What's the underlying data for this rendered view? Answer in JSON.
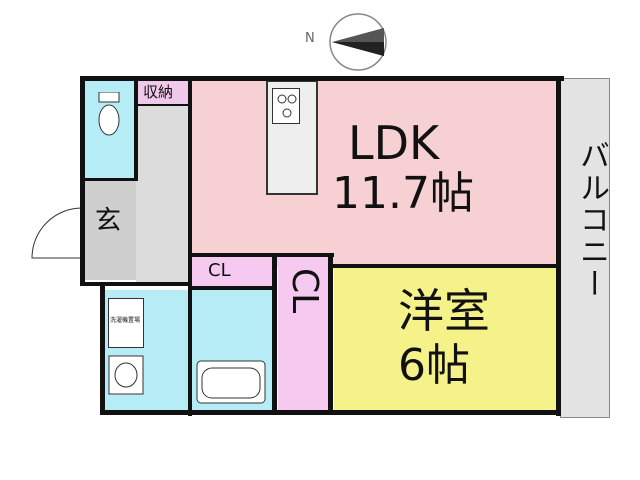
{
  "compass": {
    "label": "N"
  },
  "rooms": {
    "ldk": {
      "name": "LDK",
      "size": "11.7帖"
    },
    "yoshitsu": {
      "name": "洋室",
      "size": "6帖"
    },
    "cl_small": {
      "label": "CL"
    },
    "cl_tall": {
      "label": "CL"
    },
    "shuno": {
      "label": "収納"
    },
    "genkan": {
      "label": "玄"
    },
    "balcony": {
      "label": "バルコニー"
    },
    "washer_tag": {
      "label": "洗濯機置場"
    }
  },
  "colors": {
    "ldk": "#f7d0d3",
    "yoshitsu": "#f6f28a",
    "closet": "#f5c9f0",
    "wet_area": "#b6ecf5",
    "hall": "#dcdcdc"
  }
}
